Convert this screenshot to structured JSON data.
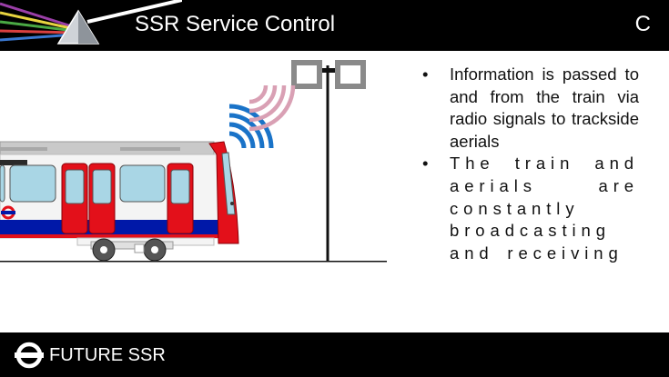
{
  "header": {
    "title": "SSR Service Control",
    "section_letter": "C"
  },
  "content": {
    "bullets": [
      "Information is passed to and from the train via radio signals to trackside aerials",
      "The train and aerials are constantly broadcasting and receiving"
    ]
  },
  "footer": {
    "brand": "FUTURE SSR"
  },
  "icons": {
    "header_graphic": "prism-icon",
    "footer_logo": "roundel-icon",
    "signal_waves": "radio-signal-icon"
  },
  "colors": {
    "bar_background": "#000000",
    "train_red": "#e3101a",
    "train_blue": "#0018a8",
    "window_blue": "#a9d6e5",
    "signal_blue": "#1a73c8",
    "signal_pink": "#d9a0b4"
  }
}
